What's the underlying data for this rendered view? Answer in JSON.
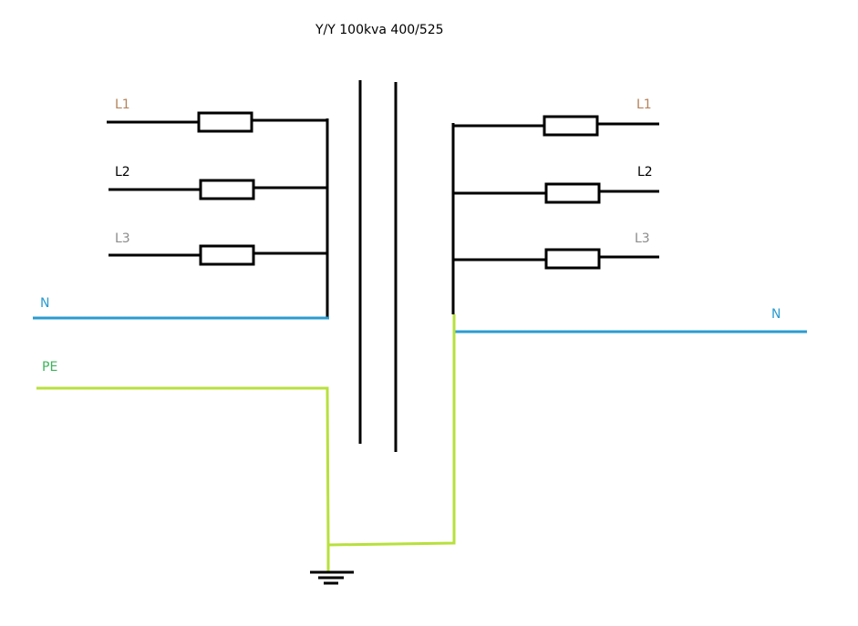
{
  "title": "Y/Y 100kva 400/525",
  "colors": {
    "wire": "#000000",
    "neutral": "#2a9bd0",
    "pe": "#b8e03c",
    "l1_label": "#b5835a",
    "l2_label": "#000000",
    "l3_label": "#8c8c8c",
    "n_label": "#2a9bd0",
    "pe_label": "#3cb45a"
  },
  "primary": {
    "phases": [
      {
        "label": "L1"
      },
      {
        "label": "L2"
      },
      {
        "label": "L3"
      }
    ],
    "neutral_label": "N",
    "pe_label": "PE"
  },
  "secondary": {
    "phases": [
      {
        "label": "L1"
      },
      {
        "label": "L2"
      },
      {
        "label": "L3"
      }
    ],
    "neutral_label": "N"
  },
  "ground_symbol": "ground-icon"
}
